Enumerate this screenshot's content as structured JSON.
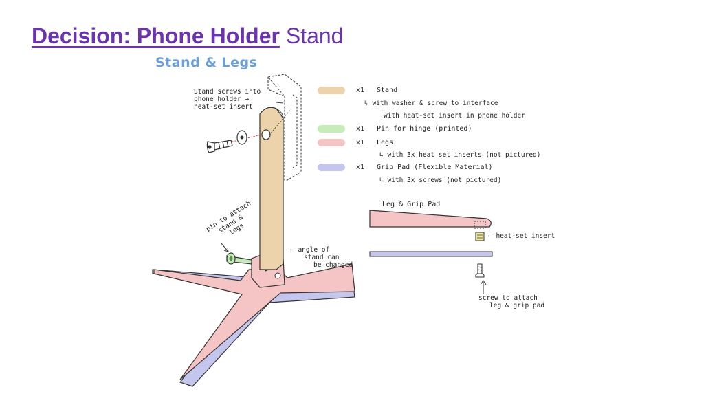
{
  "slide": {
    "title_bold": "Decision: Phone Holder",
    "title_rest": "Stand"
  },
  "diagram": {
    "subtitle": "Stand & Legs",
    "annotations": {
      "stand_screws": [
        "Stand screws into",
        "phone holder →",
        "heat-set insert"
      ],
      "pin": [
        "pin to attach",
        "stand &",
        "legs"
      ],
      "angle": [
        "← angle of",
        "stand can",
        "be changed"
      ],
      "leg_grip_title": "Leg & Grip Pad",
      "heat_set": "← heat-set insert",
      "screw_attach": [
        "screw to attach",
        "leg & grip pad"
      ]
    },
    "legend": [
      {
        "color": "#ecd3ab",
        "qty": "x1",
        "name": "Stand",
        "sub": [
          "↳ with washer & screw to interface",
          "with heat-set insert in phone holder"
        ]
      },
      {
        "color": "#c5ecb9",
        "qty": "x1",
        "name": "Pin for hinge (printed)",
        "sub": []
      },
      {
        "color": "#f5c4c4",
        "qty": "x1",
        "name": "Legs",
        "sub": [
          "↳ with 3x heat set inserts (not pictured)"
        ]
      },
      {
        "color": "#c5c6ed",
        "qty": "x1",
        "name": "Grip Pad (Flexible Material)",
        "sub": [
          "↳ with 3x screws (not pictured)"
        ]
      }
    ],
    "colors": {
      "stand": "#ecd3ab",
      "pin": "#c5ecb9",
      "legs": "#f5c4c4",
      "grip": "#c5c6ed",
      "insert": "#f0e8a0"
    }
  }
}
